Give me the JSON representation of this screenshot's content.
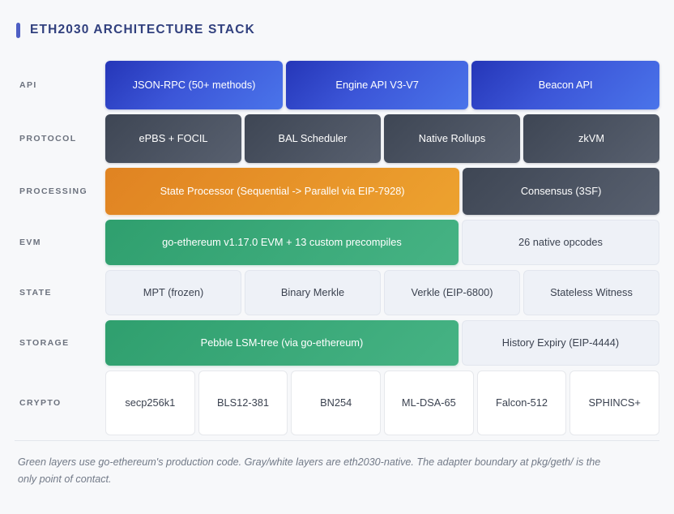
{
  "header": {
    "title": "ETH2030 ARCHITECTURE STACK",
    "accent_color": "#4e5fc4",
    "title_color": "#31407e"
  },
  "colors": {
    "page_background": "#f7f8fa",
    "blue": "#3c56d8",
    "slate": "#4a5362",
    "orange": "#e6912a",
    "green": "#36a878",
    "light": "#eef1f7",
    "white": "#ffffff",
    "label": "#6c727e",
    "note": "#727a88"
  },
  "stack": {
    "rows": [
      {
        "label": "API",
        "cells": [
          {
            "text": "JSON-RPC (50+ methods)",
            "style": "blue",
            "flex": 32
          },
          {
            "text": "Engine API V3-V7",
            "style": "blue",
            "flex": 33
          },
          {
            "text": "Beacon API",
            "style": "blue",
            "flex": 34
          }
        ]
      },
      {
        "label": "PROTOCOL",
        "cells": [
          {
            "text": "ePBS + FOCIL",
            "style": "slate",
            "flex": 25
          },
          {
            "text": "BAL Scheduler",
            "style": "slate",
            "flex": 25
          },
          {
            "text": "Native Rollups",
            "style": "slate",
            "flex": 25
          },
          {
            "text": "zkVM",
            "style": "slate",
            "flex": 25
          }
        ]
      },
      {
        "label": "PROCESSING",
        "cells": [
          {
            "text": "State Processor (Sequential -> Parallel via EIP-7928)",
            "style": "orange",
            "flex": 65
          },
          {
            "text": "Consensus (3SF)",
            "style": "slate",
            "flex": 35
          }
        ]
      },
      {
        "label": "EVM",
        "cells": [
          {
            "text": "go-ethereum v1.17.0 EVM + 13 custom precompiles",
            "style": "green",
            "flex": 65
          },
          {
            "text": "26 native opcodes",
            "style": "light",
            "flex": 35
          }
        ]
      },
      {
        "label": "STATE",
        "cells": [
          {
            "text": "MPT (frozen)",
            "style": "light",
            "flex": 25
          },
          {
            "text": "Binary Merkle",
            "style": "light",
            "flex": 25
          },
          {
            "text": "Verkle (EIP-6800)",
            "style": "light",
            "flex": 25
          },
          {
            "text": "Stateless Witness",
            "style": "light",
            "flex": 25
          }
        ]
      },
      {
        "label": "STORAGE",
        "cells": [
          {
            "text": "Pebble LSM-tree (via go-ethereum)",
            "style": "green",
            "flex": 65
          },
          {
            "text": "History Expiry (EIP-4444)",
            "style": "light",
            "flex": 35
          }
        ]
      },
      {
        "label": "CRYPTO",
        "cells": [
          {
            "text": "secp256k1",
            "style": "white",
            "flex": 16.6
          },
          {
            "text": "BLS12-381",
            "style": "white",
            "flex": 16.6
          },
          {
            "text": "BN254",
            "style": "white",
            "flex": 16.6
          },
          {
            "text": "ML-DSA-65",
            "style": "white",
            "flex": 16.6
          },
          {
            "text": "Falcon-512",
            "style": "white",
            "flex": 16.6
          },
          {
            "text": "SPHINCS+",
            "style": "white",
            "flex": 16.6
          }
        ]
      }
    ]
  },
  "footer": {
    "note": "Green layers use go-ethereum's production code. Gray/white layers are eth2030-native. The adapter boundary at pkg/geth/ is the only point of contact."
  }
}
